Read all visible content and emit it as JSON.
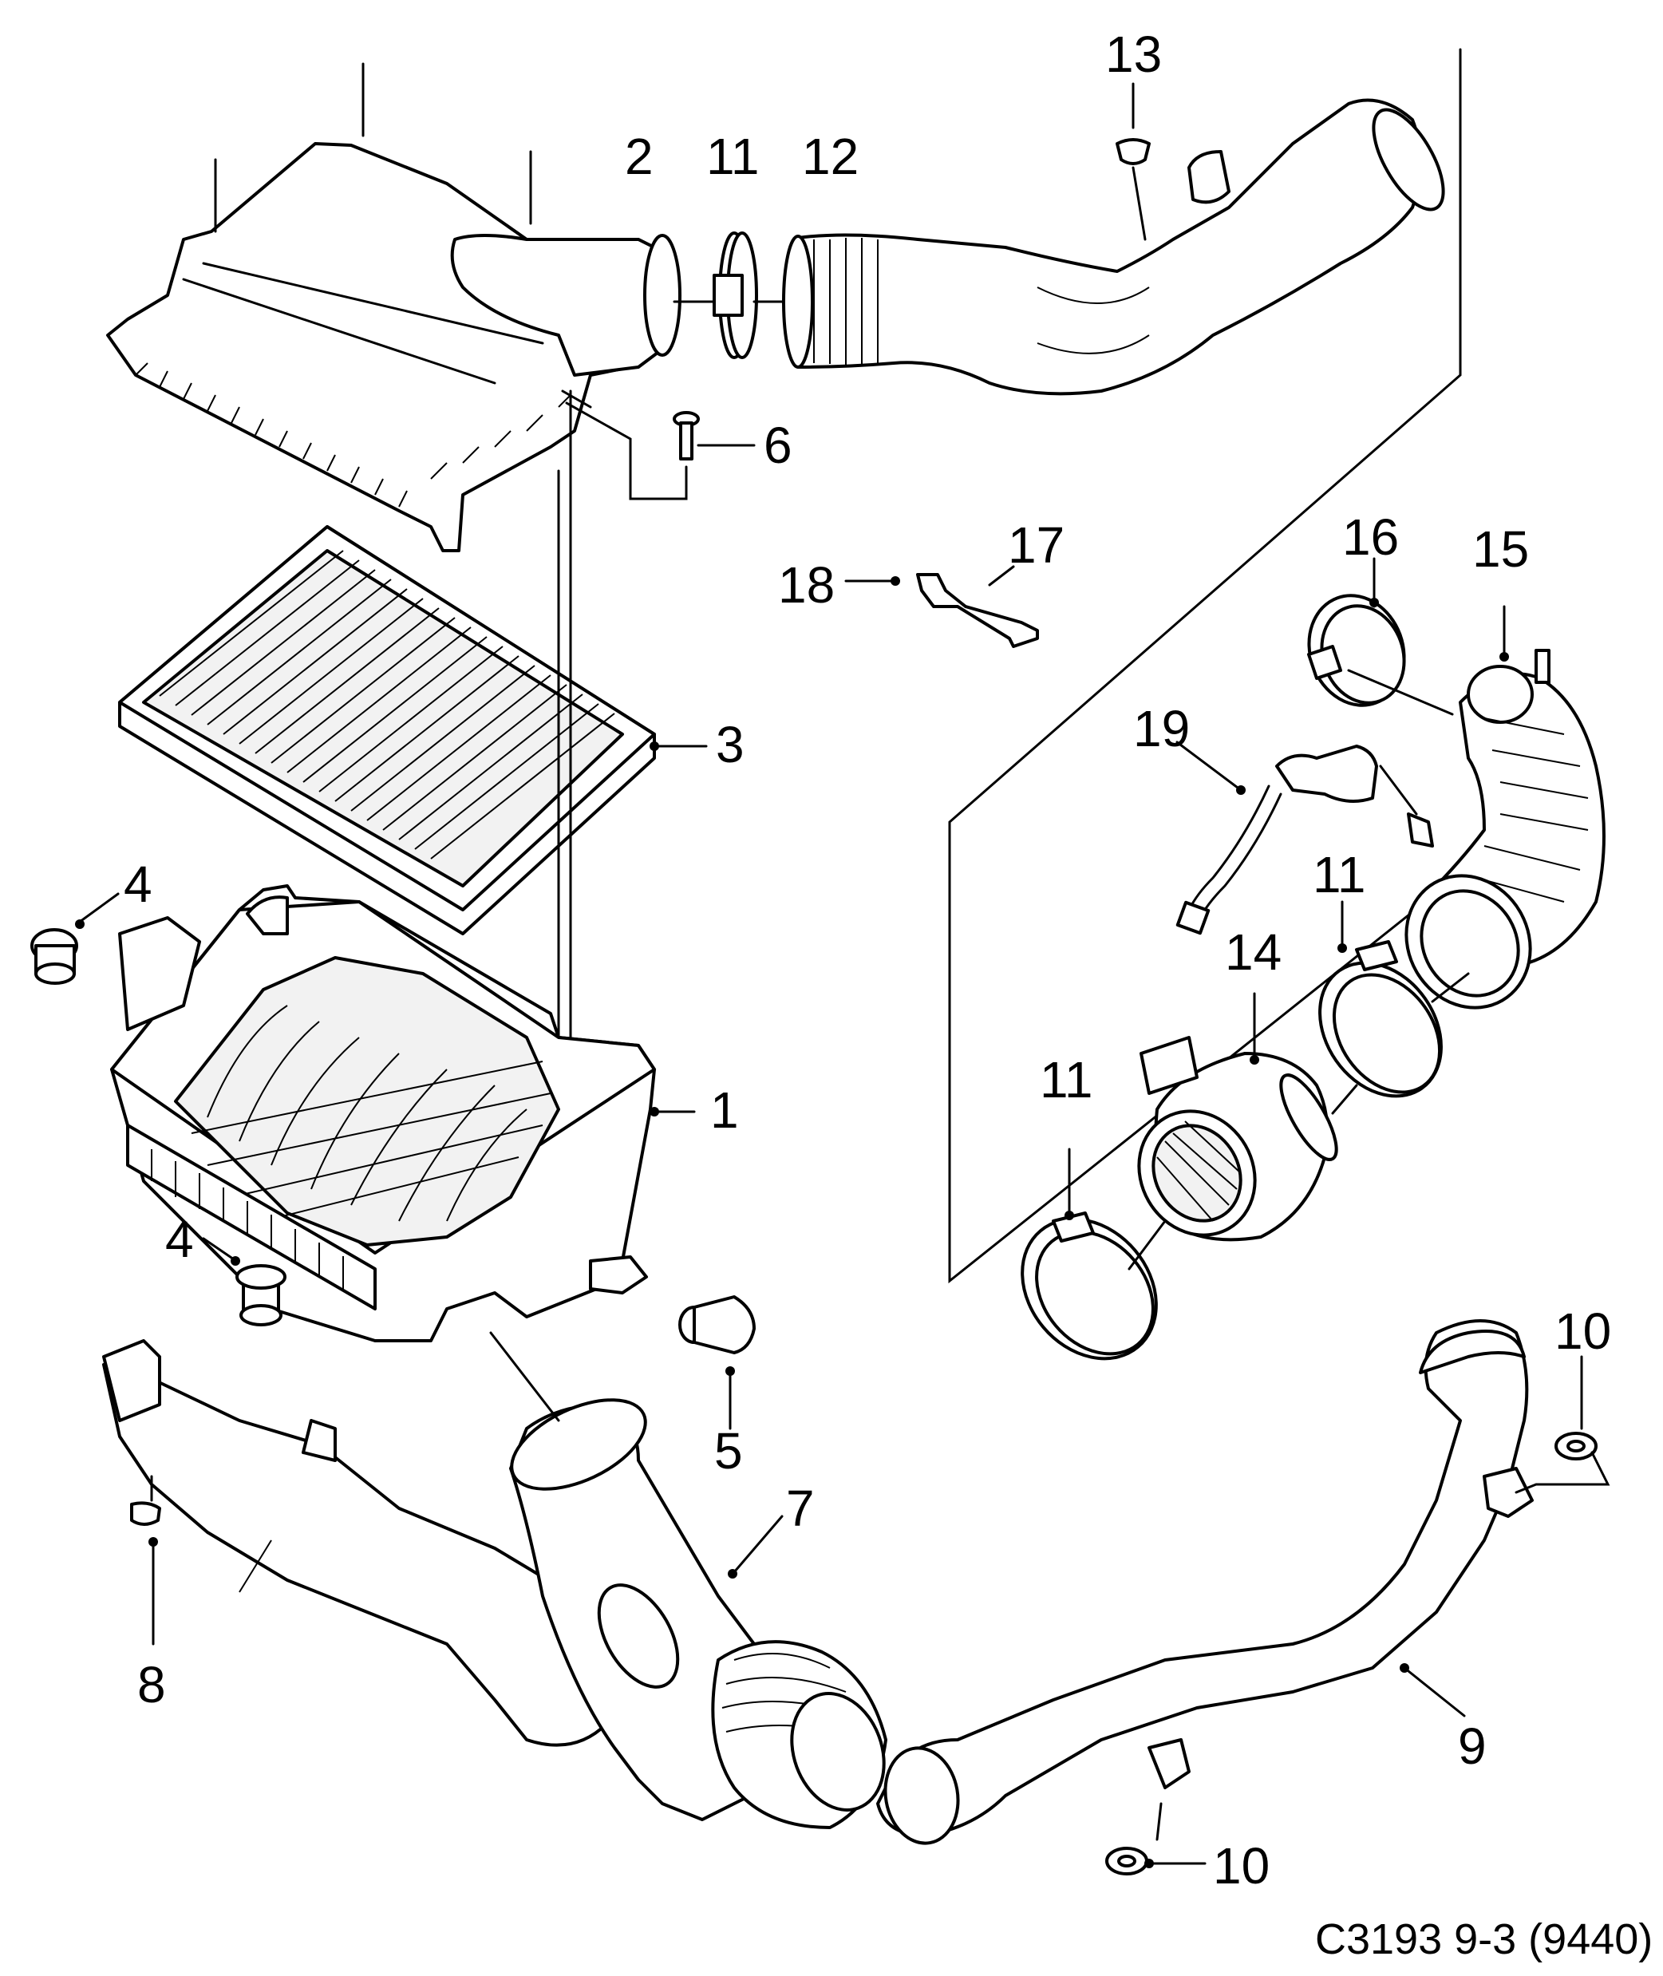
{
  "diagram": {
    "reference": "C3193 9-3 (9440)",
    "callouts": [
      "1",
      "2",
      "3",
      "4",
      "4",
      "5",
      "6",
      "7",
      "8",
      "9",
      "10",
      "10",
      "11",
      "11",
      "11",
      "12",
      "13",
      "14",
      "15",
      "16",
      "17",
      "18",
      "19"
    ]
  },
  "colors": {
    "ink": "#000000",
    "paper": "#ffffff",
    "shade": "#f2f2f2"
  }
}
